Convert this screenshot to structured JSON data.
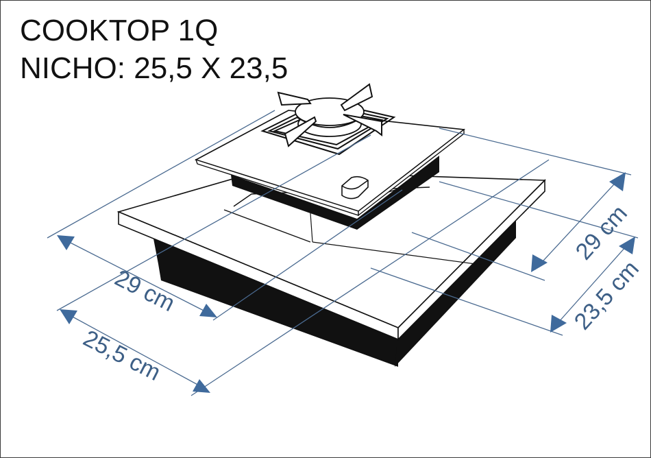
{
  "title": {
    "line1": "COOKTOP 1Q",
    "line2": "NICHO: 25,5 X 23,5"
  },
  "dimensions": {
    "cooktop_width": "29 cm",
    "niche_width": "25,5 cm",
    "cooktop_depth": "29 cm",
    "niche_depth": "23,5 cm"
  },
  "colors": {
    "dimension_line": "#4a6a90",
    "arrow": "#3f6a9c",
    "outline": "#111111",
    "fill_dark": "#111111",
    "background": "#ffffff"
  }
}
